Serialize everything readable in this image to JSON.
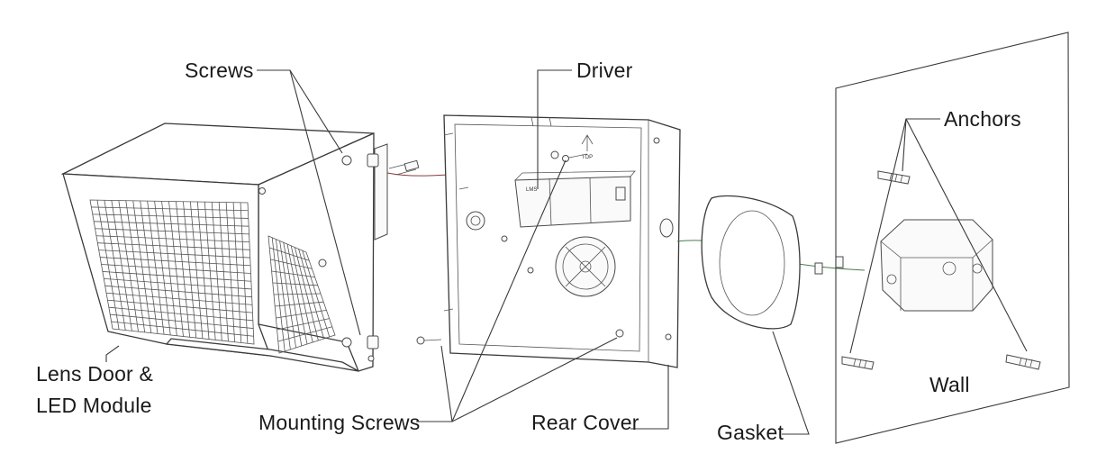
{
  "labels": {
    "screws": "Screws",
    "lens_door_line1": "Lens Door &",
    "lens_door_line2": "LED Module",
    "driver": "Driver",
    "mounting_screws": "Mounting Screws",
    "rear_cover": "Rear Cover",
    "gasket": "Gasket",
    "anchors": "Anchors",
    "wall": "Wall"
  },
  "icons": {
    "driver_tag": "TOP"
  }
}
